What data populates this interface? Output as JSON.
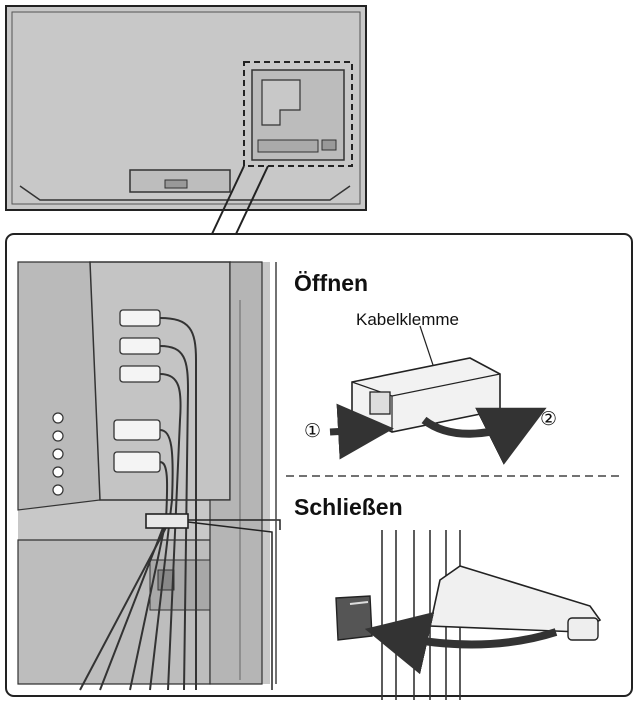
{
  "open": {
    "heading": "Öffnen",
    "clamp_label": "Kabelklemme",
    "step_1": "①",
    "step_2": "②"
  },
  "close": {
    "heading": "Schließen"
  },
  "colors": {
    "panel_gray": "#c8c8c8",
    "panel_dark": "#b0b0b0",
    "outline": "#222222",
    "arrow": "#333333",
    "background": "#ffffff"
  },
  "icons": [
    "display-rear-illustration",
    "zoom-callout",
    "cable-bundle",
    "cable-clamp",
    "push-arrow",
    "swing-arrow"
  ]
}
